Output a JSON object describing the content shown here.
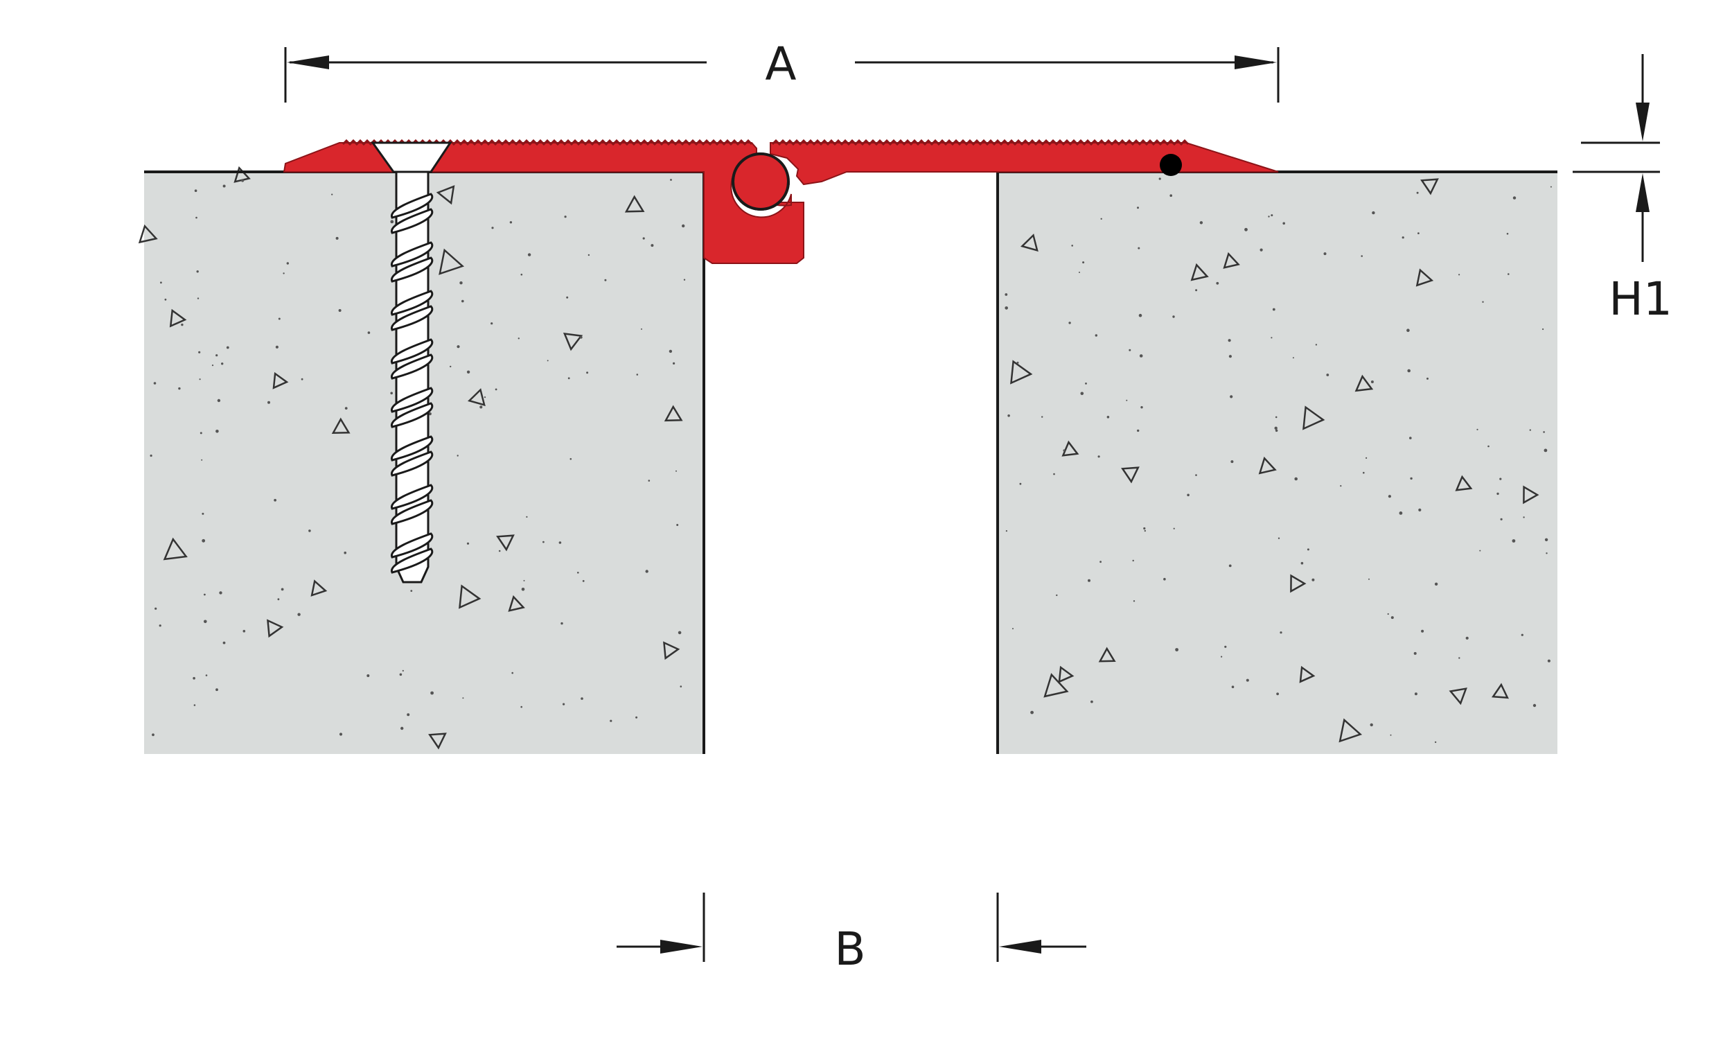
{
  "labels": {
    "overall_width": "A",
    "gap_width": "B",
    "height": "H1"
  },
  "colors": {
    "profile": "#d9262c",
    "concrete": "#d9dcdb",
    "outline": "#1a1a1a",
    "screw": "#ffffff",
    "background": "#ffffff"
  }
}
